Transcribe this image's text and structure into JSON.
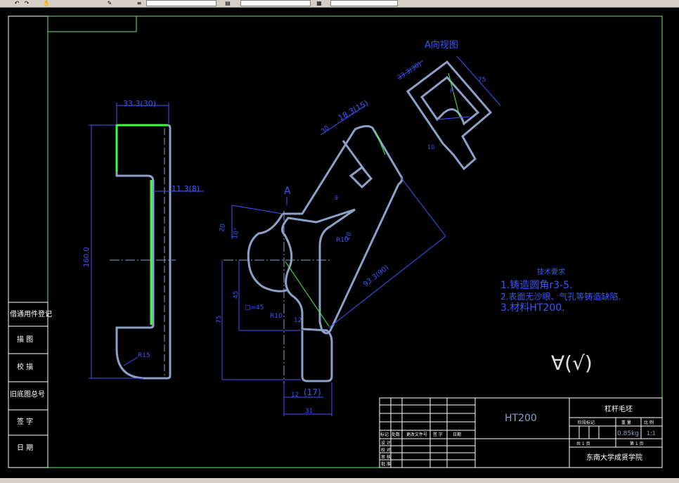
{
  "toolbar": {
    "undo_icon": "undo-icon",
    "redo_icon": "redo-icon",
    "layer_icon": "layer-icon"
  },
  "dimensions": {
    "d_top_width": "33.3(30)",
    "d_side_height": "160.0",
    "d_inner_offset": "11.3(8)",
    "d_r15": "R15",
    "d_30": "30",
    "d_18_15": "18.3(15)",
    "d_20": "20",
    "d_10deg": "10°",
    "d_r10": "R10",
    "d_20b": "20",
    "d_45": "45",
    "d_75": "75",
    "d_c45": "□=45",
    "d_r10b": "R10",
    "d_12": "12",
    "d_9": "9",
    "d_12b": "12",
    "d_17": "(17)",
    "d_31": "31",
    "d_93_90": "93.3(90)",
    "d_33_30b": "33.3(30)",
    "d_75b": "75",
    "d_r": "R",
    "d_10": "10",
    "view_a": "A",
    "view_a_title": "A向视图"
  },
  "notes": {
    "title": "技术要求",
    "line1": "1.铸造圆角r3-5.",
    "line2": "2.表面无沙眼、气孔等铸造缺陷.",
    "line3": "3.材料HT200."
  },
  "roughness": "∀(√)",
  "side_table": {
    "row1": "借通用件登记",
    "row2": "描 图",
    "row3": "校 描",
    "row4": "旧底图总号",
    "row5": "签 字",
    "row6": "日 期"
  },
  "title_block": {
    "material": "HT200",
    "part_name": "杠杆毛坯",
    "stage_mark": "阶段标记",
    "weight_label": "重 量",
    "scale_label": "比 例",
    "weight": "0.85kg",
    "scale": "1:1",
    "sheets_total": "共 1 页",
    "sheet_no": "第 1 页",
    "school": "东南大学成贤学院",
    "col_mark": "标记",
    "col_count": "处数",
    "col_file": "更改文件号",
    "col_sign": "签 字",
    "col_date": "日期",
    "design": "设 计",
    "check": "校 对",
    "review": "审 核",
    "approve": "批 准"
  }
}
